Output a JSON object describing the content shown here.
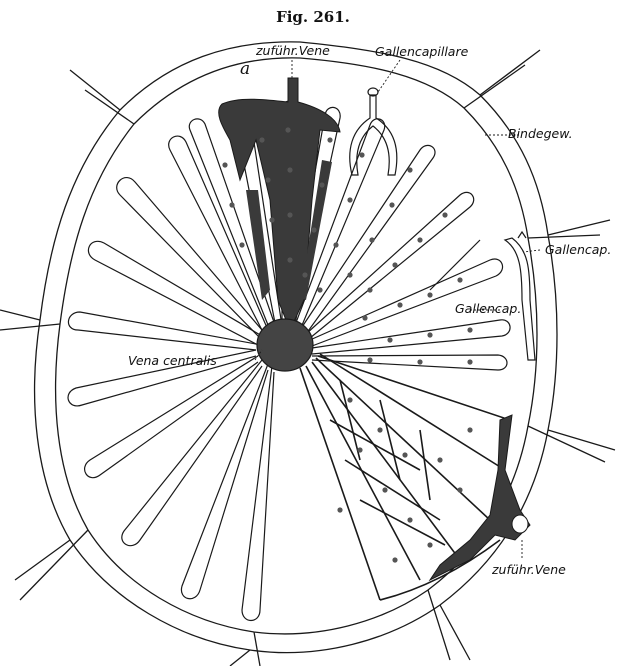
{
  "figure": {
    "title": "Fig. 261."
  },
  "labels": {
    "a": "a",
    "vein_top": "zuführ.Vene",
    "bile_capillary": "Gallencapillare",
    "connective_tissue": "Bindegew.",
    "bile_cap_right": "Gallencap.",
    "bile_cap_inner": "Gallencap.",
    "central_vein": "Vena centralis",
    "vein_bottom": "zuführ.Vene"
  },
  "colors": {
    "ink": "#1a1a1a",
    "vessel_fill": "#3a3a3a",
    "paper": "#ffffff"
  }
}
